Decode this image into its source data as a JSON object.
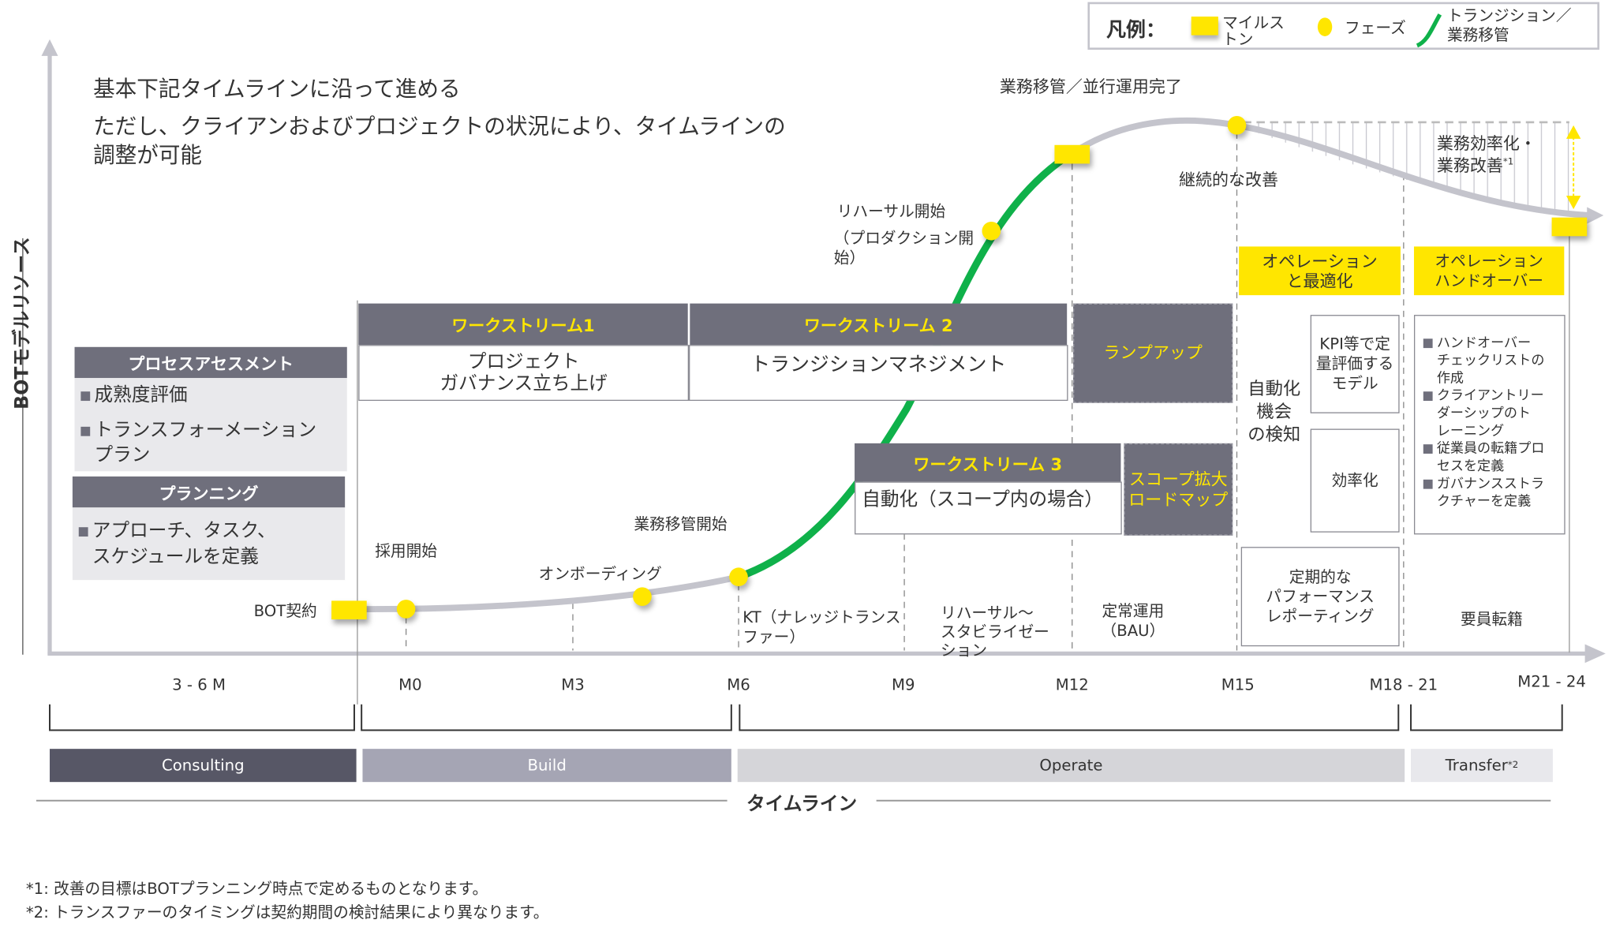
{
  "intro": {
    "line1": "基本下記タイムラインに沿って進める",
    "line2": "ただし、クライアンおよびプロジェクトの状況により、タイムラインの",
    "line3": "調整が可能"
  },
  "legend": {
    "title": "凡例：",
    "milestone": "マイルストン",
    "phase": "フェーズ",
    "transition_1": "トランジション／",
    "transition_2": "業務移管"
  },
  "y_axis_label": "BOTモデルリソース",
  "annotations": {
    "handover_done": "業務移管／並行運用完了",
    "continuous": "継続的な改善",
    "efficiency_1": "業務効率化・",
    "efficiency_2": "業務改善",
    "efficiency_note": "*1",
    "rehearsal_start": "リハーサル開始",
    "production_start_1": "（プロダクション開",
    "production_start_2": "始）",
    "transfer_start": "業務移管開始",
    "hiring_start": "採用開始",
    "onboarding": "オンボーディング",
    "bot_contract": "BOT契約",
    "kt_1": "KT（ナレッジトランス",
    "kt_2": "ファー）",
    "stabilize_1": "リハーサル～",
    "stabilize_2": "スタビライゼー",
    "stabilize_3": "ション",
    "bau_1": "定常運用",
    "bau_2": "（BAU）",
    "staff_transfer": "要員転籍",
    "automation_detect_1": "自動化",
    "automation_detect_2": "機会",
    "automation_detect_3": "の検知"
  },
  "process_assessment": {
    "title": "プロセスアセスメント",
    "item1": "成熟度評価",
    "item2a": "トランスフォーメーション",
    "item2b": "プラン"
  },
  "planning": {
    "title": "プランニング",
    "item1a": "アプローチ、タスク、",
    "item1b": "スケジュールを定義"
  },
  "workstreams": [
    {
      "title": "ワークストリーム1",
      "body_1": "プロジェクト",
      "body_2": "ガバナンス立ち上げ"
    },
    {
      "title": "ワークストリーム 2",
      "body_1": "トランジションマネジメント"
    },
    {
      "title": "ワークストリーム 3",
      "body_1": "自動化（スコープ内の場合）"
    }
  ],
  "ramp_up": "ランプアップ",
  "scope_1": "スコープ拡大",
  "scope_2": "ロードマップ",
  "op_opt_1": "オペレーション",
  "op_opt_2": "と最適化",
  "op_handover_1": "オペレーション",
  "op_handover_2": "ハンドオーバー",
  "kpi_1": "KPI等で定",
  "kpi_2": "量評価する",
  "kpi_3": "モデル",
  "efficiency_box": "効率化",
  "reporting_1": "定期的な",
  "reporting_2": "パフォーマンス",
  "reporting_3": "レポーティング",
  "handover_list": [
    {
      "l1": "ハンドオーバー",
      "l2": "チェックリストの",
      "l3": "作成"
    },
    {
      "l1": "クライアントリー",
      "l2": "ダーシップのト",
      "l3": "レーニング"
    },
    {
      "l1": "従業員の転籍プロ",
      "l2": "セスを定義"
    },
    {
      "l1": "ガバナンスストラ",
      "l2": "クチャーを定義"
    }
  ],
  "ticks": [
    "3 - 6 M",
    "M0",
    "M3",
    "M6",
    "M9",
    "M12",
    "M15",
    "M18 - 21",
    "M21 - 24"
  ],
  "phases": [
    {
      "label": "Consulting",
      "color": "#575766"
    },
    {
      "label": "Build",
      "color": "#a5a5b4"
    },
    {
      "label": "Operate",
      "color": "#d5d5d9"
    },
    {
      "label": "Transfer",
      "sup": "*2",
      "color": "#e8e8ec"
    }
  ],
  "timeline_label": "タイムライン",
  "footnotes": [
    "*1: 改善の目標はBOTプランニング時点で定めるものとなります。",
    "*2: トランスファーのタイミングは契約期間の検討結果により異なります。"
  ],
  "colors": {
    "yellow": "#ffe600",
    "green": "#0fb14a",
    "gray": "#6f6f7c",
    "curve": "#c4c4cc"
  }
}
